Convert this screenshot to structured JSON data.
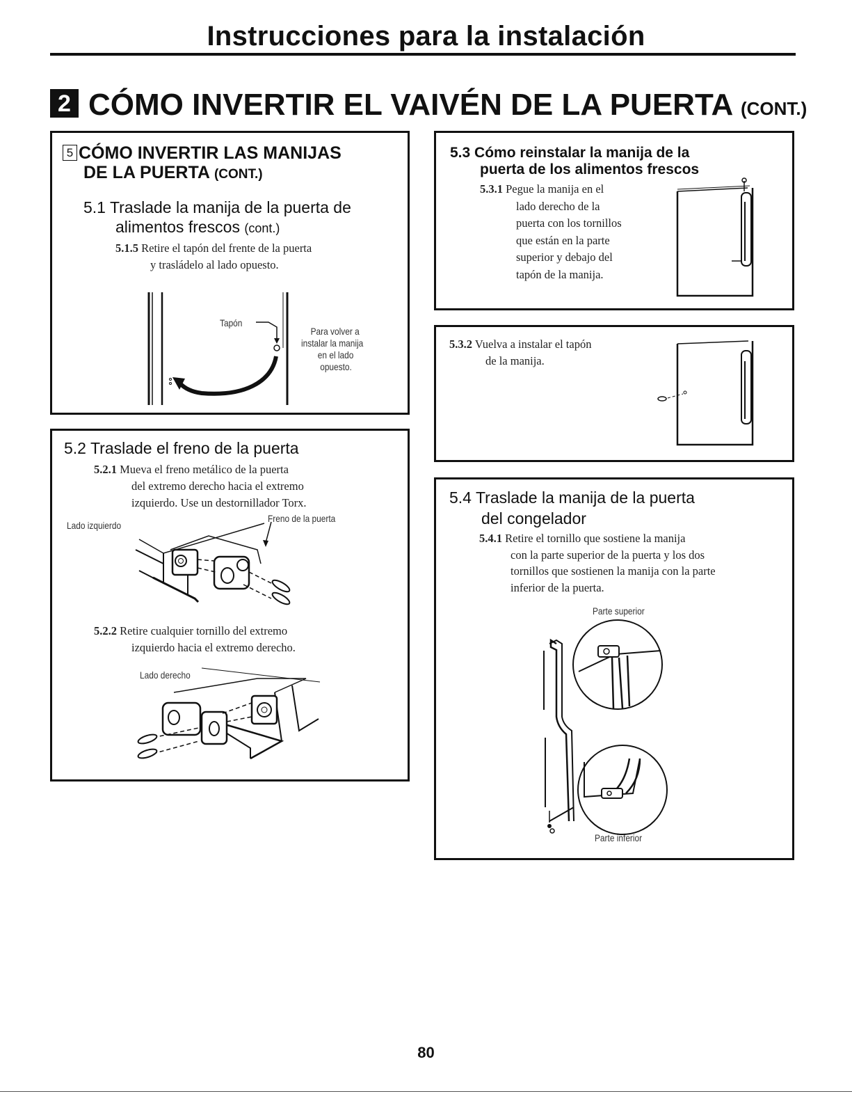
{
  "header": {
    "title": "Instrucciones para la instalación"
  },
  "section": {
    "number": "2",
    "title": "CÓMO INVERTIR EL VAIVÉN DE LA PUERTA",
    "cont": "(CONT.)"
  },
  "box5": {
    "number": "5",
    "title_line1": "CÓMO INVERTIR LAS MANIJAS",
    "title_line2": "DE LA PUERTA",
    "title_cont": "(CONT.)",
    "sub51_num": "5.1",
    "sub51_line1": "Traslade la manija de la puerta de",
    "sub51_line2": "alimentos frescos",
    "sub51_cont": "(cont.)",
    "step515_num": "5.1.5",
    "step515_line1": "Retire el tapón del frente de la puerta",
    "step515_line2": "y trasládelo al lado opuesto.",
    "label_tapon": "Tapón",
    "label_para_volver": [
      "Para volver a",
      "instalar la manija",
      "en el lado",
      "opuesto."
    ]
  },
  "box52": {
    "heading_num": "5.2",
    "heading": "Traslade el freno de la puerta",
    "step521_num": "5.2.1",
    "step521_lines": [
      "Mueva el freno metálico de la puerta",
      "del extremo derecho hacia el extremo",
      "izquierdo. Use un destornillador Torx."
    ],
    "label_lado_izquierdo": "Lado izquierdo",
    "label_freno": "Freno de la puerta",
    "step522_num": "5.2.2",
    "step522_lines": [
      "Retire cualquier tornillo del extremo",
      "izquierdo hacia el extremo derecho."
    ],
    "label_lado_derecho": "Lado derecho"
  },
  "box53": {
    "heading_num": "5.3",
    "heading_line1": "Cómo reinstalar la manija de la",
    "heading_line2": "puerta de los alimentos frescos",
    "step531_num": "5.3.1",
    "step531_lines": [
      "Pegue la manija en el",
      "lado derecho de la",
      "puerta con los tornillos",
      "que están en la parte",
      "superior y debajo del",
      "tapón de la manija."
    ]
  },
  "box532": {
    "step532_num": "5.3.2",
    "step532_lines": [
      "Vuelva a instalar el tapón",
      "de la manija."
    ]
  },
  "box54": {
    "heading_num": "5.4",
    "heading_line1": "Traslade la manija de la puerta",
    "heading_line2": "del congelador",
    "step541_num": "5.4.1",
    "step541_lines": [
      "Retire el tornillo que sostiene la manija",
      "con la parte superior de la puerta y los dos",
      "tornillos que sostienen la manija con la parte",
      "inferior de la puerta."
    ],
    "label_parte_superior": "Parte superior",
    "label_parte_inferior": "Parte inferior"
  },
  "footer": {
    "page_number": "80"
  }
}
